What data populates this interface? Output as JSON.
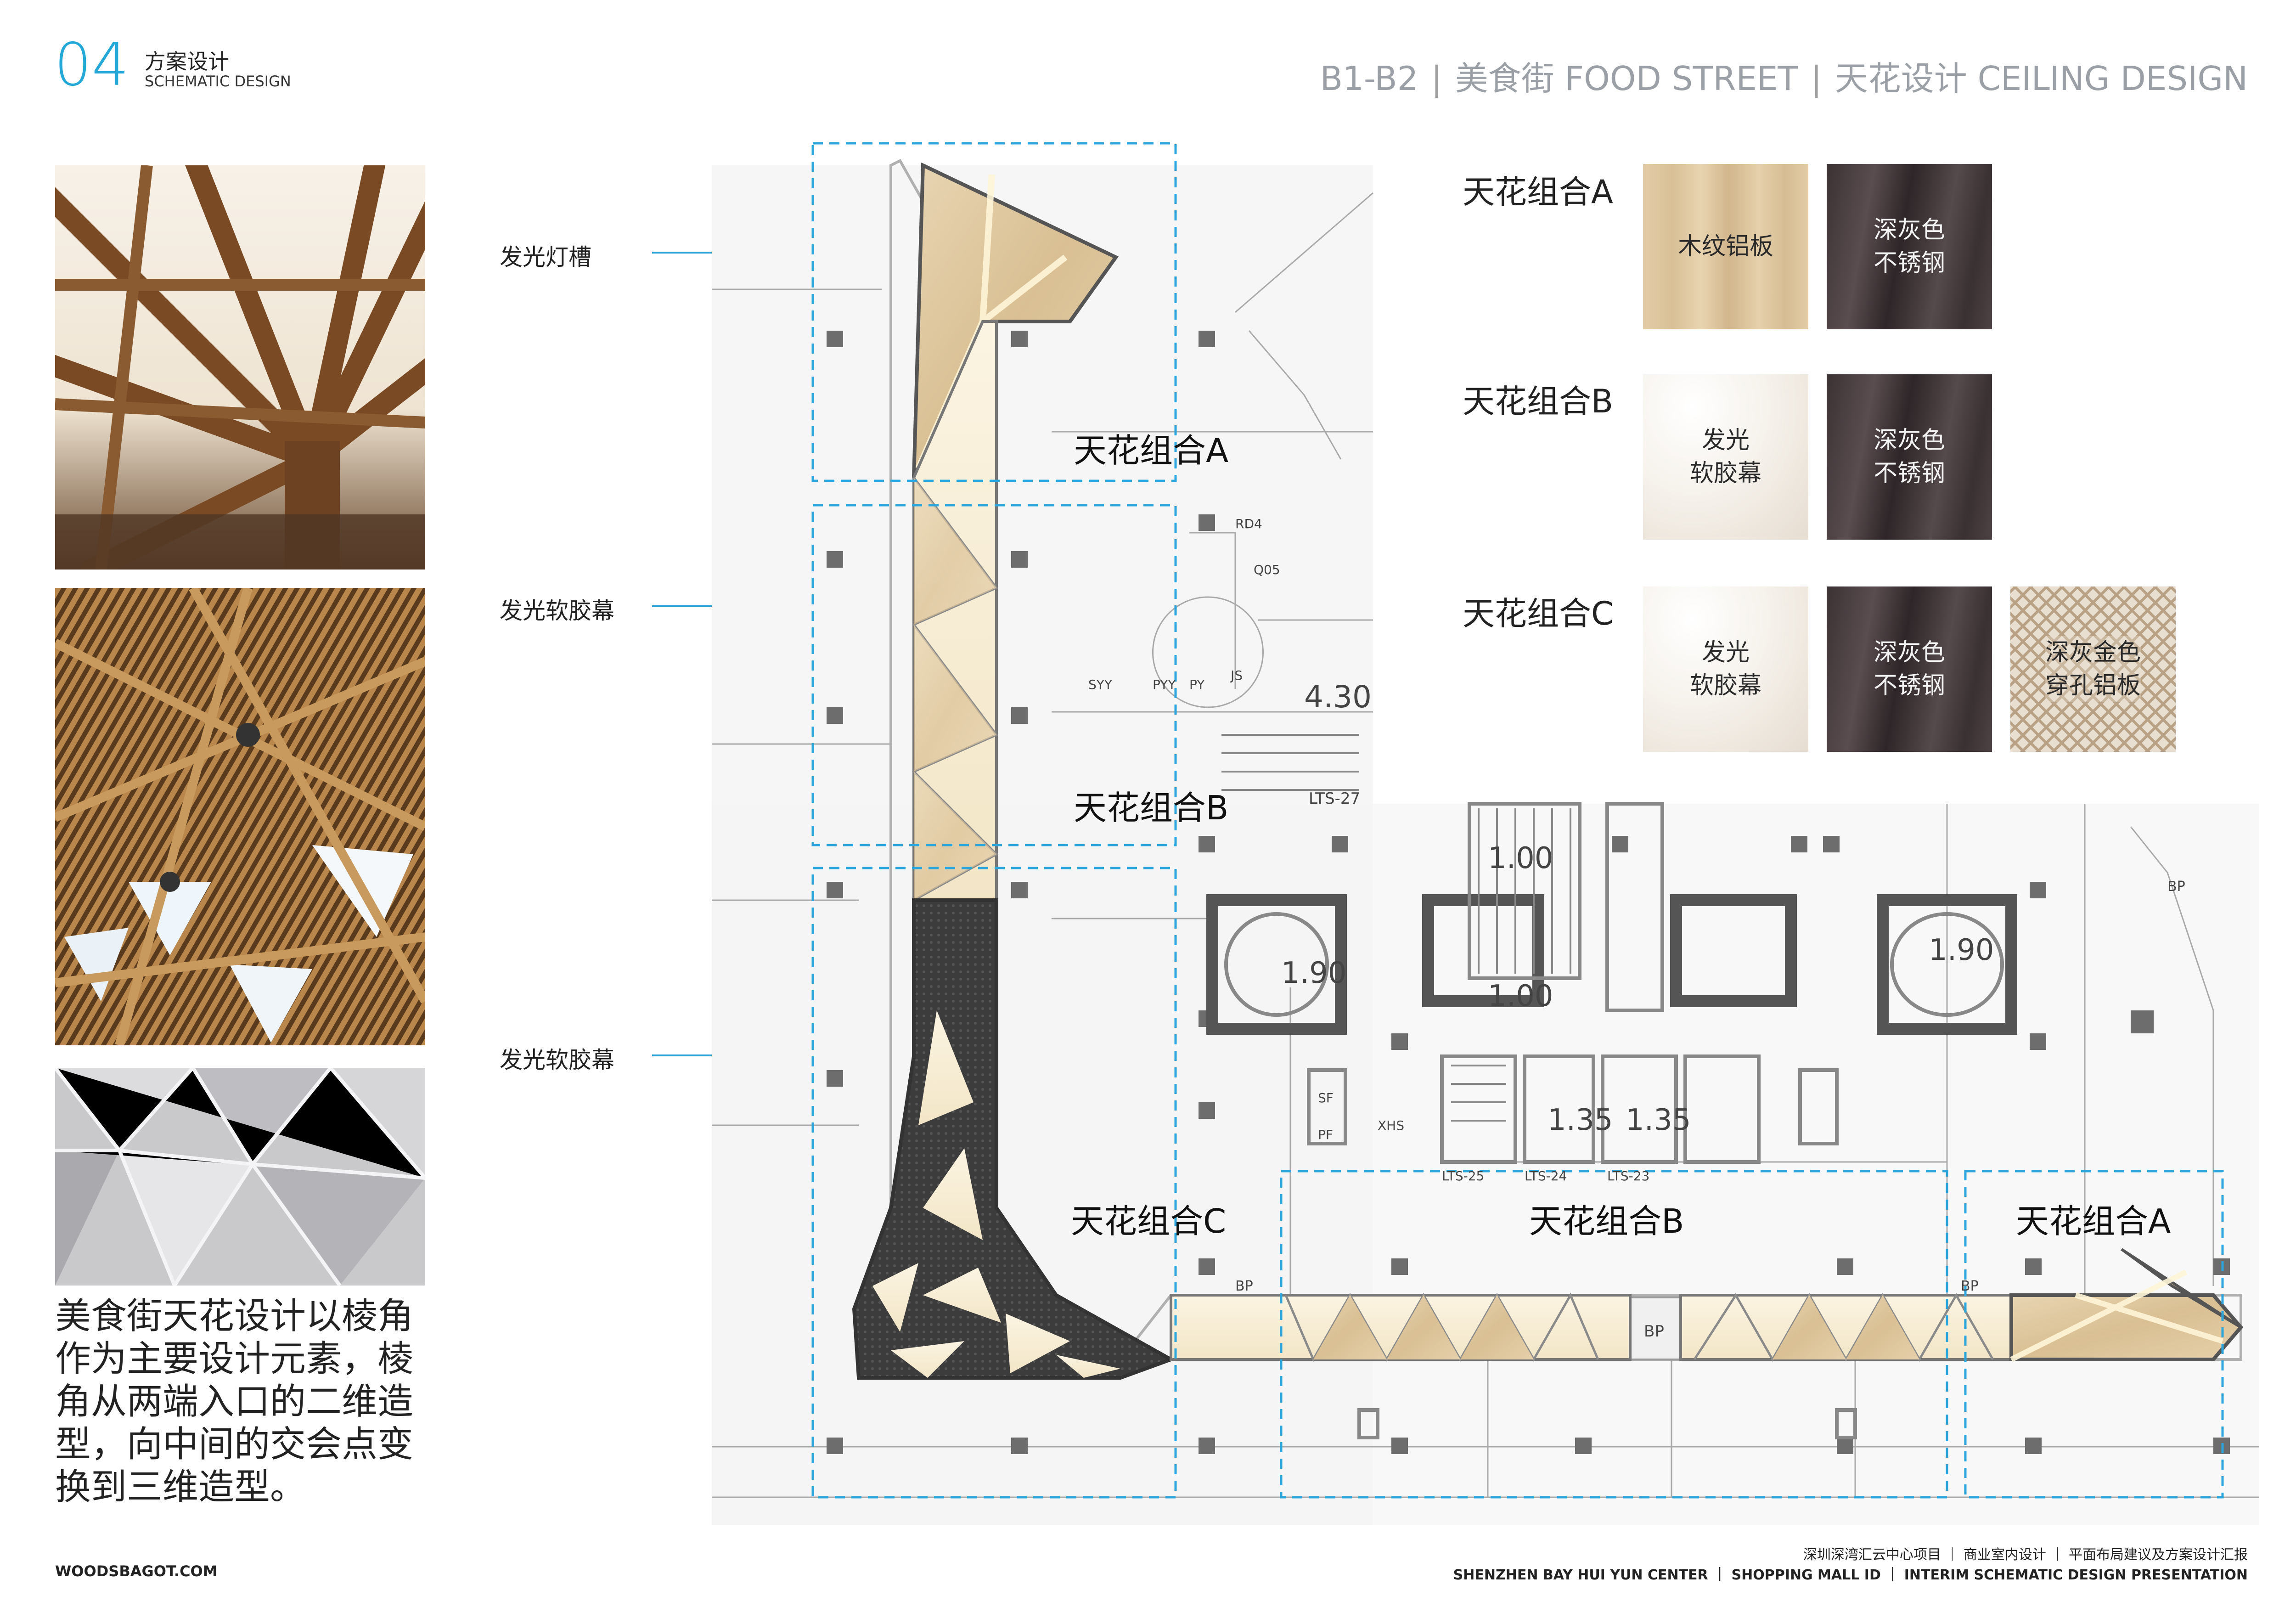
{
  "header": {
    "section_number": "04",
    "section_title_cn": "方案设计",
    "section_title_en": "SCHEMATIC DESIGN",
    "breadcrumb": [
      "B1-B2",
      "美食街 FOOD STREET",
      "天花设计 CEILING DESIGN"
    ]
  },
  "description": "美食街天花设计以棱角作为主要设计元素，棱角从两端入口的二维造型，向中间的交会点变换到三维造型。",
  "callouts": [
    {
      "label": "发光灯槽"
    },
    {
      "label": "发光软胶幕"
    },
    {
      "label": "发光软胶幕"
    }
  ],
  "legend": {
    "combos": [
      {
        "label": "天花组合A",
        "materials": [
          "木纹铝板",
          "深灰色\n不锈钢"
        ]
      },
      {
        "label": "天花组合B",
        "materials": [
          "发光\n软胶幕",
          "深灰色\n不锈钢"
        ]
      },
      {
        "label": "天花组合C",
        "materials": [
          "发光\n软胶幕",
          "深灰色\n不锈钢",
          "深灰金色\n穿孔铝板"
        ]
      }
    ]
  },
  "plan": {
    "zone_labels": [
      "天花组合A",
      "天花组合B",
      "天花组合C",
      "天花组合B",
      "天花组合A"
    ],
    "annotations": [
      "4.30",
      "1.00",
      "1.90",
      "1.90",
      "1.00",
      "1.35",
      "1.35",
      "LTS-27",
      "BP",
      "BP",
      "BP",
      "BP",
      "SF",
      "PF",
      "PY",
      "PYY",
      "SYY",
      "JS",
      "RD4",
      "Q05",
      "LTS-25",
      "LTS-24",
      "LTS-23",
      "XHS"
    ]
  },
  "footer": {
    "website": "WOODSBAGOT.COM",
    "project_cn": "深圳深湾汇云中心项目 ｜ 商业室内设计 ｜ 平面布局建议及方案设计汇报",
    "project_en": "SHENZHEN BAY HUI YUN CENTER ｜ SHOPPING MALL ID ｜ INTERIM SCHEMATIC DESIGN PRESENTATION"
  },
  "colors": {
    "accent_blue": "#24a8d8",
    "wood": "#dcc39b",
    "steel": "#3f3537",
    "film": "#f4efe7"
  }
}
